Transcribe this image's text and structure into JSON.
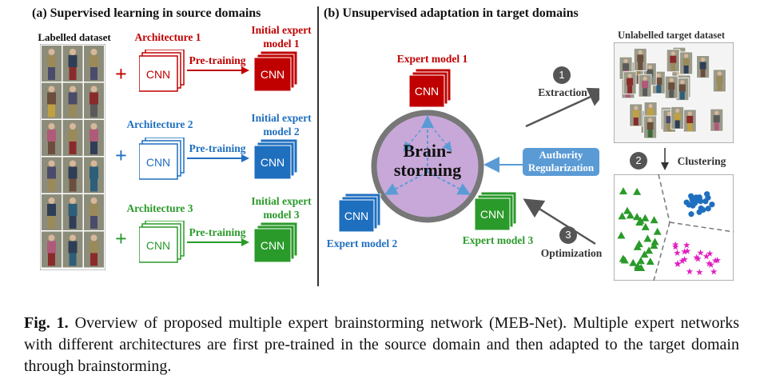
{
  "panel_a": {
    "title": "(a) Supervised learning in source domains",
    "dataset_label": "Labelled dataset",
    "pretrain_label": "Pre-training",
    "cnn_label": "CNN",
    "plus": "+",
    "rows": [
      {
        "arch": "Architecture 1",
        "expert": "Initial expert model 1",
        "color": "#c00000"
      },
      {
        "arch": "Architecture 2",
        "expert": "Initial expert model 2",
        "color": "#1f6fbf"
      },
      {
        "arch": "Architecture 3",
        "expert": "Initial expert model 3",
        "color": "#2a9a2a"
      }
    ]
  },
  "panel_b": {
    "title": "(b) Unsupervised adaptation in target domains",
    "center_line1": "Brain-",
    "center_line2": "storming",
    "expert1": "Expert model 1",
    "expert2": "Expert model 2",
    "expert3": "Expert model 3",
    "authority_line1": "Authority",
    "authority_line2": "Regularization",
    "extraction": "Extraction",
    "optimization": "Optimization",
    "clustering": "Clustering",
    "unlabelled": "Unlabelled target dataset",
    "step1": "1",
    "step2": "2",
    "step3": "3",
    "cnn_label": "CNN"
  },
  "caption": {
    "prefix": "Fig. 1.",
    "text": "Overview of proposed multiple expert brainstorming network (MEB-Net). Multiple expert networks with different architectures are first pre-trained in the source domain and then adapted to the target domain through brainstorming."
  },
  "colors": {
    "red": "#c00000",
    "blue": "#1f6fbf",
    "green": "#2a9a2a",
    "magenta": "#e020c0",
    "brainstorm_fill": "#c8a8d8",
    "authority_fill": "#5b9bd5"
  }
}
